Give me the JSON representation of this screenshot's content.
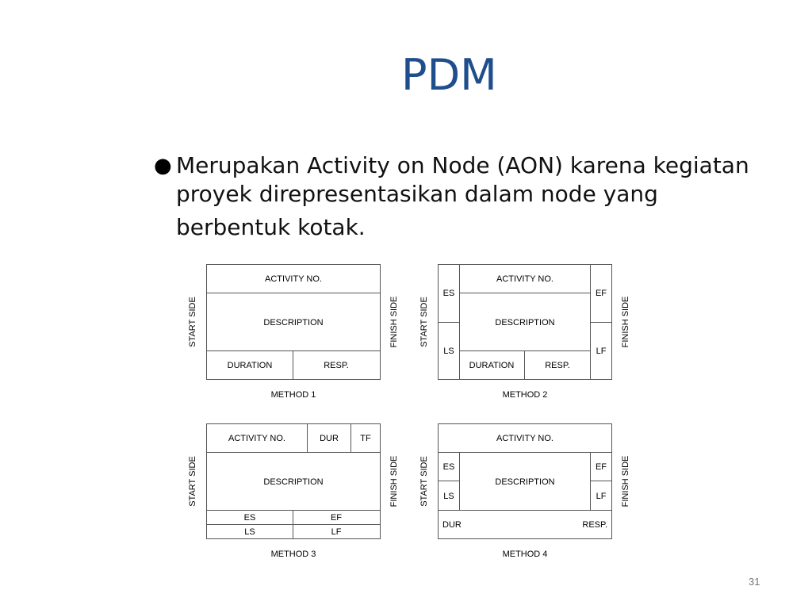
{
  "slide": {
    "title": "PDM",
    "bullet": {
      "line1": "Merupakan Activity on Node (AON) karena kegiatan",
      "line2": "proyek direpresentasikan dalam node yang",
      "line3": "berbentuk kotak."
    },
    "page_number": "31"
  },
  "diagram": {
    "start_side": "START SIDE",
    "finish_side": "FINISH SIDE",
    "method1": {
      "activity_no": "ACTIVITY NO.",
      "description": "DESCRIPTION",
      "duration": "DURATION",
      "resp": "RESP.",
      "caption": "METHOD 1"
    },
    "method2": {
      "activity_no": "ACTIVITY NO.",
      "description": "DESCRIPTION",
      "es": "ES",
      "ef": "EF",
      "ls": "LS",
      "lf": "LF",
      "duration": "DURATION",
      "resp": "RESP.",
      "caption": "METHOD 2"
    },
    "method3": {
      "activity_no": "ACTIVITY NO.",
      "dur": "DUR",
      "tf": "TF",
      "description": "DESCRIPTION",
      "es": "ES",
      "ef": "EF",
      "ls": "LS",
      "lf": "LF",
      "caption": "METHOD 3"
    },
    "method4": {
      "activity_no": "ACTIVITY NO.",
      "description": "DESCRIPTION",
      "es": "ES",
      "ef": "EF",
      "ls": "LS",
      "lf": "LF",
      "dur": "DUR",
      "resp": "RESP.",
      "caption": "METHOD 4"
    }
  }
}
